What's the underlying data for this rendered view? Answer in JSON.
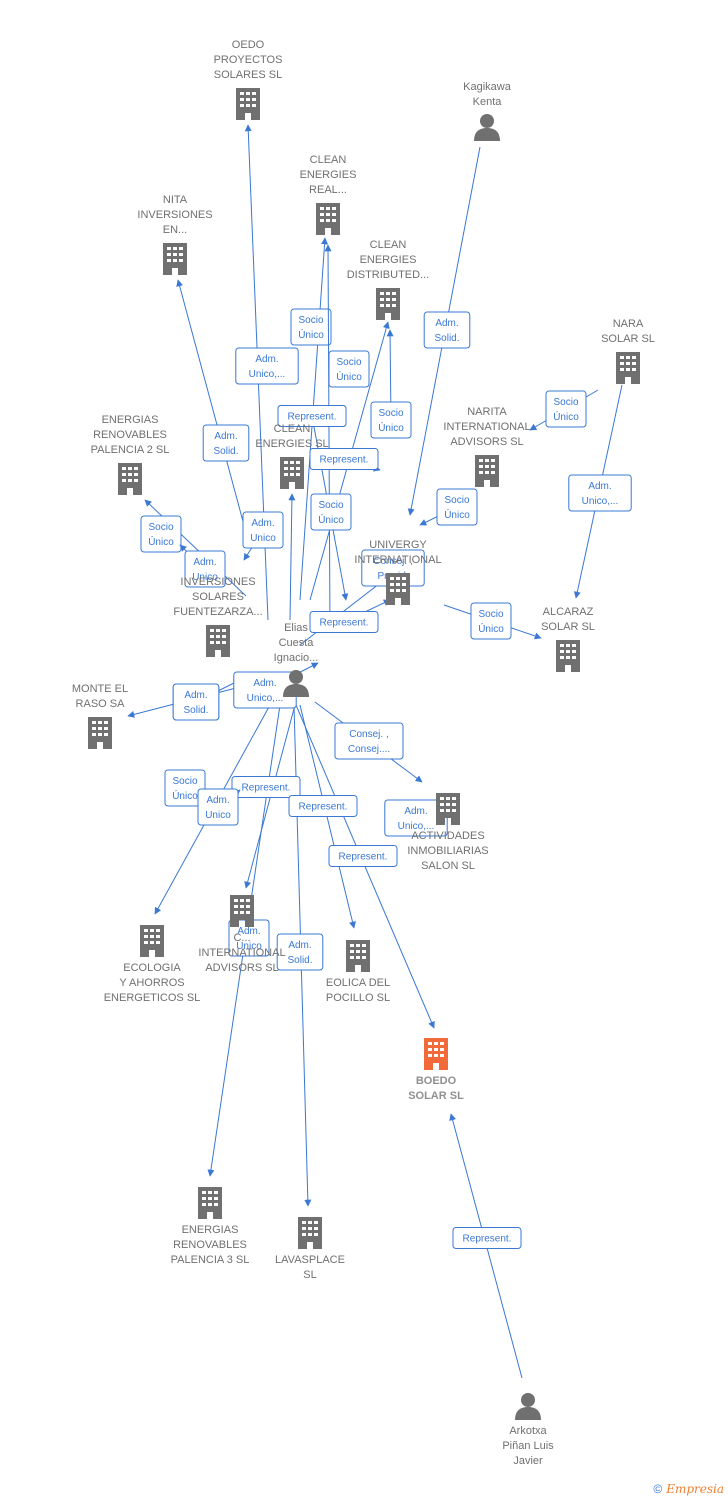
{
  "colors": {
    "edge": "#3a78d4",
    "node": "#707070",
    "focus": "#f26a3a"
  },
  "nodes": [
    {
      "id": "oedo",
      "label": [
        "OEDO",
        "PROYECTOS",
        "SOLARES  SL"
      ],
      "icon": "building-icon"
    },
    {
      "id": "kagikawa",
      "label": [
        "Kagikawa",
        "Kenta"
      ],
      "icon": "person-icon"
    },
    {
      "id": "clean_real",
      "label": [
        "CLEAN",
        "ENERGIES",
        "REAL..."
      ],
      "icon": "building-icon"
    },
    {
      "id": "nita",
      "label": [
        "NITA",
        "INVERSIONES",
        "EN..."
      ],
      "icon": "building-icon"
    },
    {
      "id": "clean_dist",
      "label": [
        "CLEAN",
        "ENERGIES",
        "DISTRIBUTED..."
      ],
      "icon": "building-icon"
    },
    {
      "id": "nara",
      "label": [
        "NARA",
        "SOLAR  SL"
      ],
      "icon": "building-icon"
    },
    {
      "id": "narita",
      "label": [
        "NARITA",
        "INTERNATIONAL",
        "ADVISORS  SL"
      ],
      "icon": "building-icon"
    },
    {
      "id": "energias2",
      "label": [
        "ENERGIAS",
        "RENOVABLES",
        "PALENCIA 2 SL"
      ],
      "icon": "building-icon"
    },
    {
      "id": "clean_sl",
      "label": [
        "CLEAN",
        "ENERGIES SL"
      ],
      "icon": "building-icon"
    },
    {
      "id": "univergy",
      "label": [
        "UNIVERGY",
        "INTERNATIONAL"
      ],
      "icon": "building-icon"
    },
    {
      "id": "fuentez",
      "label": [
        "INVERSIONES",
        "SOLARES",
        "FUENTEZARZA..."
      ],
      "icon": "building-icon"
    },
    {
      "id": "alcaraz",
      "label": [
        "ALCARAZ",
        "SOLAR SL"
      ],
      "icon": "building-icon"
    },
    {
      "id": "elias",
      "label": [
        "Elias",
        "Cuesta",
        "Ignacio..."
      ],
      "icon": "person-icon"
    },
    {
      "id": "monte",
      "label": [
        "MONTE EL",
        "RASO SA"
      ],
      "icon": "building-icon"
    },
    {
      "id": "actividades",
      "label": [
        "ACTIVIDADES",
        "INMOBILIARIAS",
        "SALON SL"
      ],
      "icon": "building-icon"
    },
    {
      "id": "ecologia",
      "label": [
        "ECOLOGIA",
        "Y AHORROS",
        "ENERGETICOS SL"
      ],
      "icon": "building-icon"
    },
    {
      "id": "cint",
      "label": [
        "C...",
        "INTERNATIONAL",
        "ADVISORS  SL"
      ],
      "icon": "building-icon"
    },
    {
      "id": "eolica",
      "label": [
        "EOLICA DEL",
        "POCILLO SL"
      ],
      "icon": "building-icon"
    },
    {
      "id": "boedo",
      "label": [
        "BOEDO",
        "SOLAR  SL"
      ],
      "icon": "building-icon",
      "focus": true
    },
    {
      "id": "energias3",
      "label": [
        "ENERGIAS",
        "RENOVABLES",
        "PALENCIA 3 SL"
      ],
      "icon": "building-icon"
    },
    {
      "id": "lavasplace",
      "label": [
        "LAVASPLACE",
        "SL"
      ],
      "icon": "building-icon"
    },
    {
      "id": "arkotxa",
      "label": [
        "Arkotxa",
        "Piñan Luis",
        "Javier"
      ],
      "icon": "person-icon"
    }
  ],
  "edges": [
    {
      "from": "elias",
      "to": "oedo",
      "label": [
        "Adm.",
        "Unico,..."
      ]
    },
    {
      "from": "kagikawa",
      "to": "univergy",
      "label": [
        "Adm.",
        "Solid."
      ]
    },
    {
      "from": "elias",
      "to": "clean_real",
      "label": [
        "Socio",
        "Único"
      ]
    },
    {
      "from": "elias",
      "to": "nita",
      "label": [
        "Adm.",
        "Solid."
      ]
    },
    {
      "from": "elias",
      "to": "clean_dist",
      "label": [
        "Socio",
        "Único"
      ]
    },
    {
      "from": "nara",
      "to": "narita",
      "label": [
        "Socio",
        "Único"
      ]
    },
    {
      "from": "nara",
      "to": "alcaraz",
      "label": [
        "Adm.",
        "Unico,..."
      ]
    },
    {
      "from": "elias",
      "to": "clean_sl",
      "label": [
        "Represent."
      ]
    },
    {
      "from": "elias",
      "to": "energias2",
      "label": [
        "Socio",
        "Único"
      ]
    },
    {
      "from": "elias",
      "to": "univergy",
      "label": [
        "Consej. ,",
        "Presid."
      ]
    },
    {
      "from": "univergy",
      "to": "alcaraz",
      "label": [
        "Socio",
        "Único"
      ]
    },
    {
      "from": "elias",
      "to": "monte",
      "label": [
        "Adm.",
        "Solid."
      ]
    },
    {
      "from": "elias",
      "to": "actividades",
      "label": [
        "Consej. ,",
        "Consej...."
      ]
    },
    {
      "from": "elias",
      "to": "ecologia",
      "label": [
        "Socio",
        "Único"
      ]
    },
    {
      "from": "elias",
      "to": "cint",
      "label": [
        "Represent."
      ]
    },
    {
      "from": "elias",
      "to": "eolica",
      "label": [
        "Represent."
      ]
    },
    {
      "from": "elias",
      "to": "boedo",
      "label": [
        "Represent."
      ]
    },
    {
      "from": "elias",
      "to": "energias3",
      "label": [
        "Adm.",
        "Unico"
      ]
    },
    {
      "from": "elias",
      "to": "lavasplace",
      "label": [
        "Adm.",
        "Solid."
      ]
    },
    {
      "from": "arkotxa",
      "to": "boedo",
      "label": [
        "Represent."
      ]
    }
  ],
  "extra_boxes": [
    {
      "label": [
        "Socio",
        "Único"
      ]
    },
    {
      "label": [
        "Represent."
      ]
    },
    {
      "label": [
        "Adm.",
        "Unico"
      ]
    },
    {
      "label": [
        "Adm.",
        "Unico"
      ]
    },
    {
      "label": [
        "Socio",
        "Único"
      ]
    },
    {
      "label": [
        "Represent."
      ]
    },
    {
      "label": [
        "Socio",
        "Único"
      ]
    },
    {
      "label": [
        "Adm.",
        "Solid."
      ]
    },
    {
      "label": [
        "Adm.",
        "Unico,..."
      ]
    },
    {
      "label": [
        "Adm.",
        "Unico"
      ]
    },
    {
      "label": [
        "Adm.",
        "Unico"
      ]
    },
    {
      "label": [
        "Represent."
      ]
    },
    {
      "label": [
        "Adm.",
        "Unico,..."
      ]
    }
  ],
  "footer": {
    "copyright": "©",
    "brand": "Empresia"
  }
}
